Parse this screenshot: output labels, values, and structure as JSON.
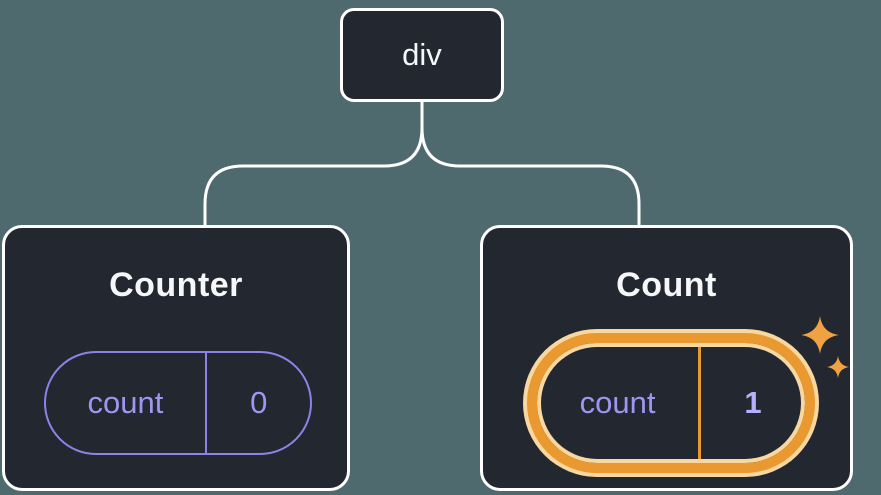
{
  "tree": {
    "root": {
      "label": "div"
    },
    "children": [
      {
        "title": "Counter",
        "state_key": "count",
        "state_value": "0",
        "highlighted": false
      },
      {
        "title": "Count",
        "state_key": "count",
        "state_value": "1",
        "highlighted": true
      }
    ]
  },
  "icons": {
    "sparkle": "four-pointed-sparkle"
  },
  "colors": {
    "background": "#4f6a6e",
    "node_fill": "#23272f",
    "node_border": "#ffffff",
    "connector": "#ffffff",
    "state_accent": "#8b84e8",
    "state_text": "#9d96f2",
    "highlight_orange": "#e9992f",
    "highlight_light": "#f8d7a0",
    "sparkle_orange": "#f0a243"
  }
}
